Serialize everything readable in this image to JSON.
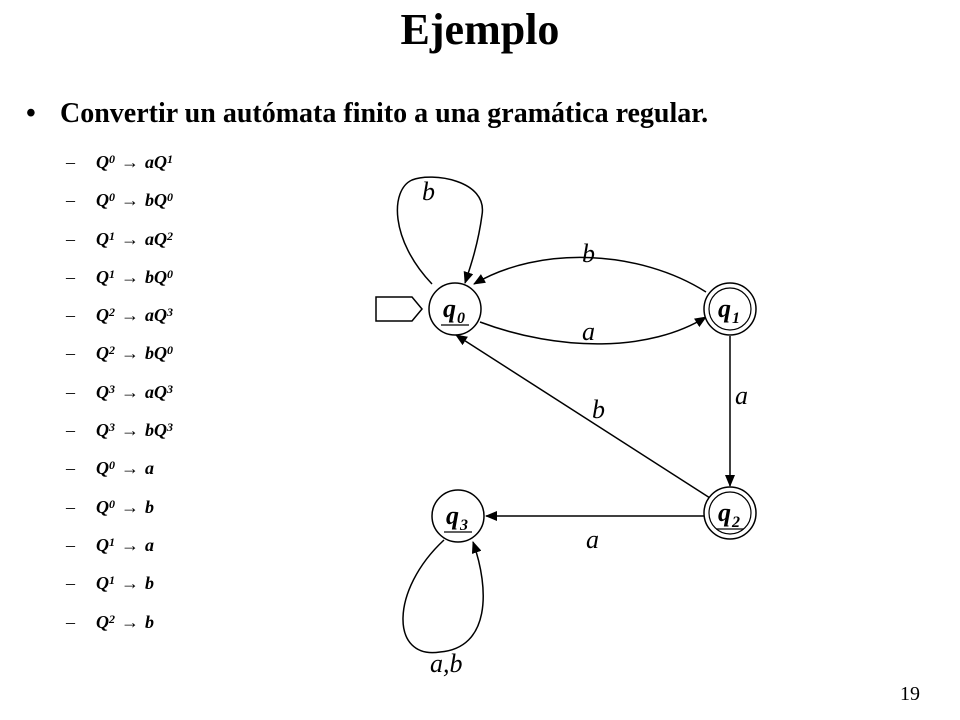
{
  "title": "Ejemplo",
  "bullet": "Convertir un autómata finito a una gramática regular.",
  "rules": [
    {
      "lhs": "Q",
      "lsub": "0",
      "rhs": "aQ",
      "rsub": "1"
    },
    {
      "lhs": "Q",
      "lsub": "0",
      "rhs": "bQ",
      "rsub": "0"
    },
    {
      "lhs": "Q",
      "lsub": "1",
      "rhs": "aQ",
      "rsub": "2"
    },
    {
      "lhs": "Q",
      "lsub": "1",
      "rhs": "bQ",
      "rsub": "0"
    },
    {
      "lhs": "Q",
      "lsub": "2",
      "rhs": "aQ",
      "rsub": "3"
    },
    {
      "lhs": "Q",
      "lsub": "2",
      "rhs": "bQ",
      "rsub": "0"
    },
    {
      "lhs": "Q",
      "lsub": "3",
      "rhs": "aQ",
      "rsub": "3"
    },
    {
      "lhs": "Q",
      "lsub": "3",
      "rhs": "bQ",
      "rsub": "3"
    },
    {
      "lhs": "Q",
      "lsub": "0",
      "rhs": "a",
      "rsub": ""
    },
    {
      "lhs": "Q",
      "lsub": "0",
      "rhs": "b",
      "rsub": ""
    },
    {
      "lhs": "Q",
      "lsub": "1",
      "rhs": "a",
      "rsub": ""
    },
    {
      "lhs": "Q",
      "lsub": "1",
      "rhs": "b",
      "rsub": ""
    },
    {
      "lhs": "Q",
      "lsub": "2",
      "rhs": "b",
      "rsub": ""
    }
  ],
  "automaton": {
    "states": [
      {
        "id": "q0",
        "name": "q",
        "sub": "0",
        "accepting": false,
        "initial": true
      },
      {
        "id": "q1",
        "name": "q",
        "sub": "1",
        "accepting": true,
        "initial": false
      },
      {
        "id": "q2",
        "name": "q",
        "sub": "2",
        "accepting": true,
        "initial": false
      },
      {
        "id": "q3",
        "name": "q",
        "sub": "3",
        "accepting": false,
        "initial": false
      }
    ],
    "transitions": [
      {
        "from": "q0",
        "to": "q0",
        "label": "b"
      },
      {
        "from": "q1",
        "to": "q0",
        "label": "b"
      },
      {
        "from": "q0",
        "to": "q1",
        "label": "a"
      },
      {
        "from": "q1",
        "to": "q2",
        "label": "a"
      },
      {
        "from": "q2",
        "to": "q0",
        "label": "b"
      },
      {
        "from": "q2",
        "to": "q3",
        "label": "a"
      },
      {
        "from": "q3",
        "to": "q3",
        "label": "a,b"
      }
    ]
  },
  "page_number": "19"
}
